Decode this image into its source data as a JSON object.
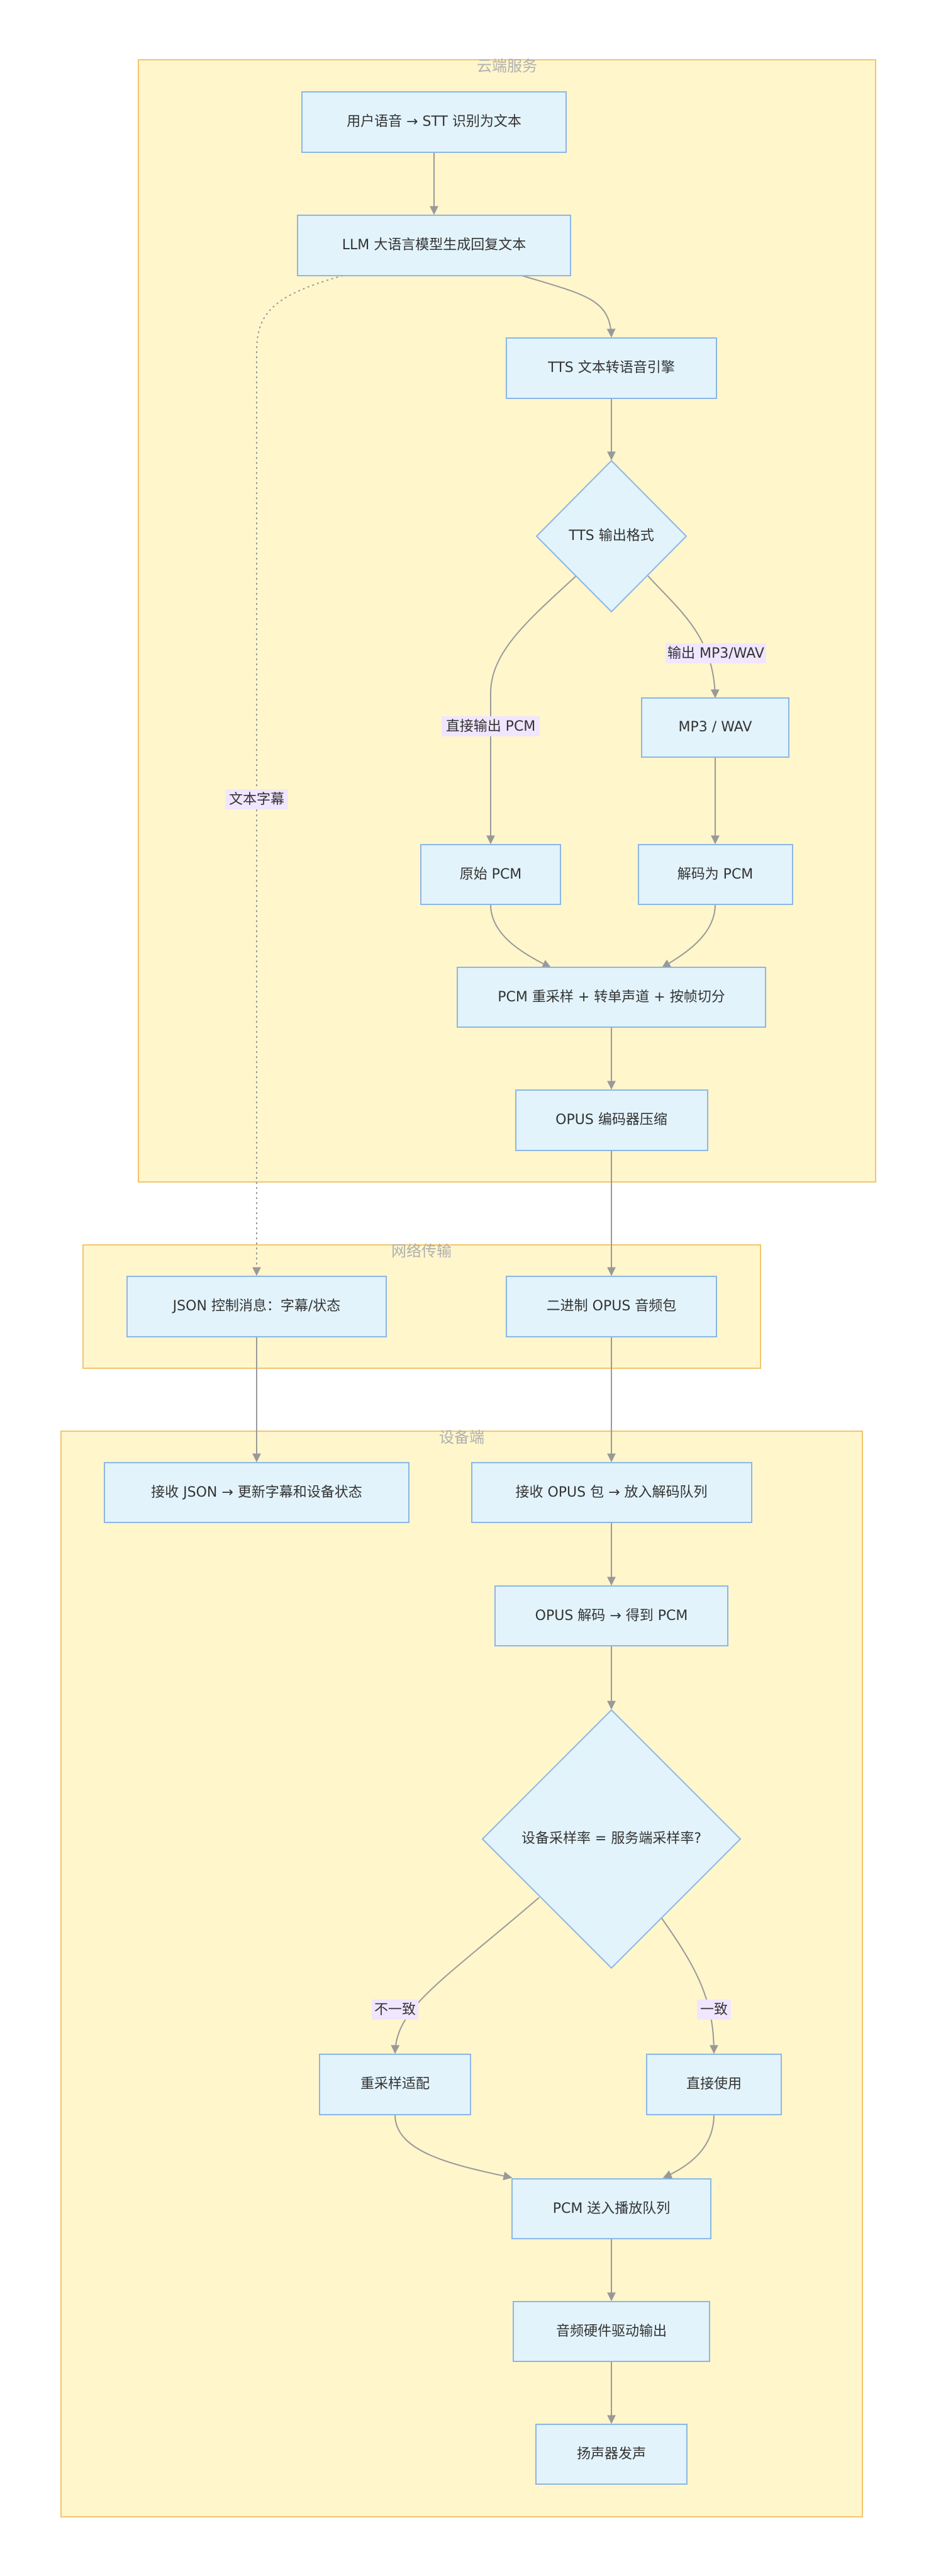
{
  "clusters": {
    "cloud": "云端服务",
    "network": "网络传输",
    "device": "设备端"
  },
  "nodes": {
    "stt": "用户语音 → STT 识别为文本",
    "llm": "LLM 大语言模型生成回复文本",
    "tts": "TTS 文本转语音引擎",
    "tts_format": "TTS 输出格式",
    "mp3wav": "MP3 / WAV",
    "raw_pcm": "原始 PCM",
    "decode_pcm": "解码为 PCM",
    "resample_frame": "PCM 重采样 + 转单声道 + 按帧切分",
    "opus_encode": "OPUS 编码器压缩",
    "json_msg": "JSON 控制消息：字幕/状态",
    "binary_opus": "二进制 OPUS 音频包",
    "recv_json": "接收 JSON → 更新字幕和设备状态",
    "recv_opus": "接收 OPUS 包 → 放入解码队列",
    "opus_decode": "OPUS 解码 → 得到 PCM",
    "rate_check": "设备采样率 = 服务端采样率?",
    "resample_adapt": "重采样适配",
    "use_direct": "直接使用",
    "play_queue": "PCM 送入播放队列",
    "hw_output": "音频硬件驱动输出",
    "speaker": "扬声器发声"
  },
  "edge_labels": {
    "subtitle_text": "文本字幕",
    "direct_pcm": "直接输出 PCM",
    "output_mp3": "输出 MP3/WAV",
    "mismatch": "不一致",
    "match": "一致"
  },
  "colors": {
    "cluster_fill": "#fff6cc",
    "cluster_stroke": "#f3c56b",
    "node_fill": "#e2f3fb",
    "node_stroke": "#8cb6e4",
    "edge": "#999999",
    "edge_label_bg": "#f1e6ff"
  }
}
